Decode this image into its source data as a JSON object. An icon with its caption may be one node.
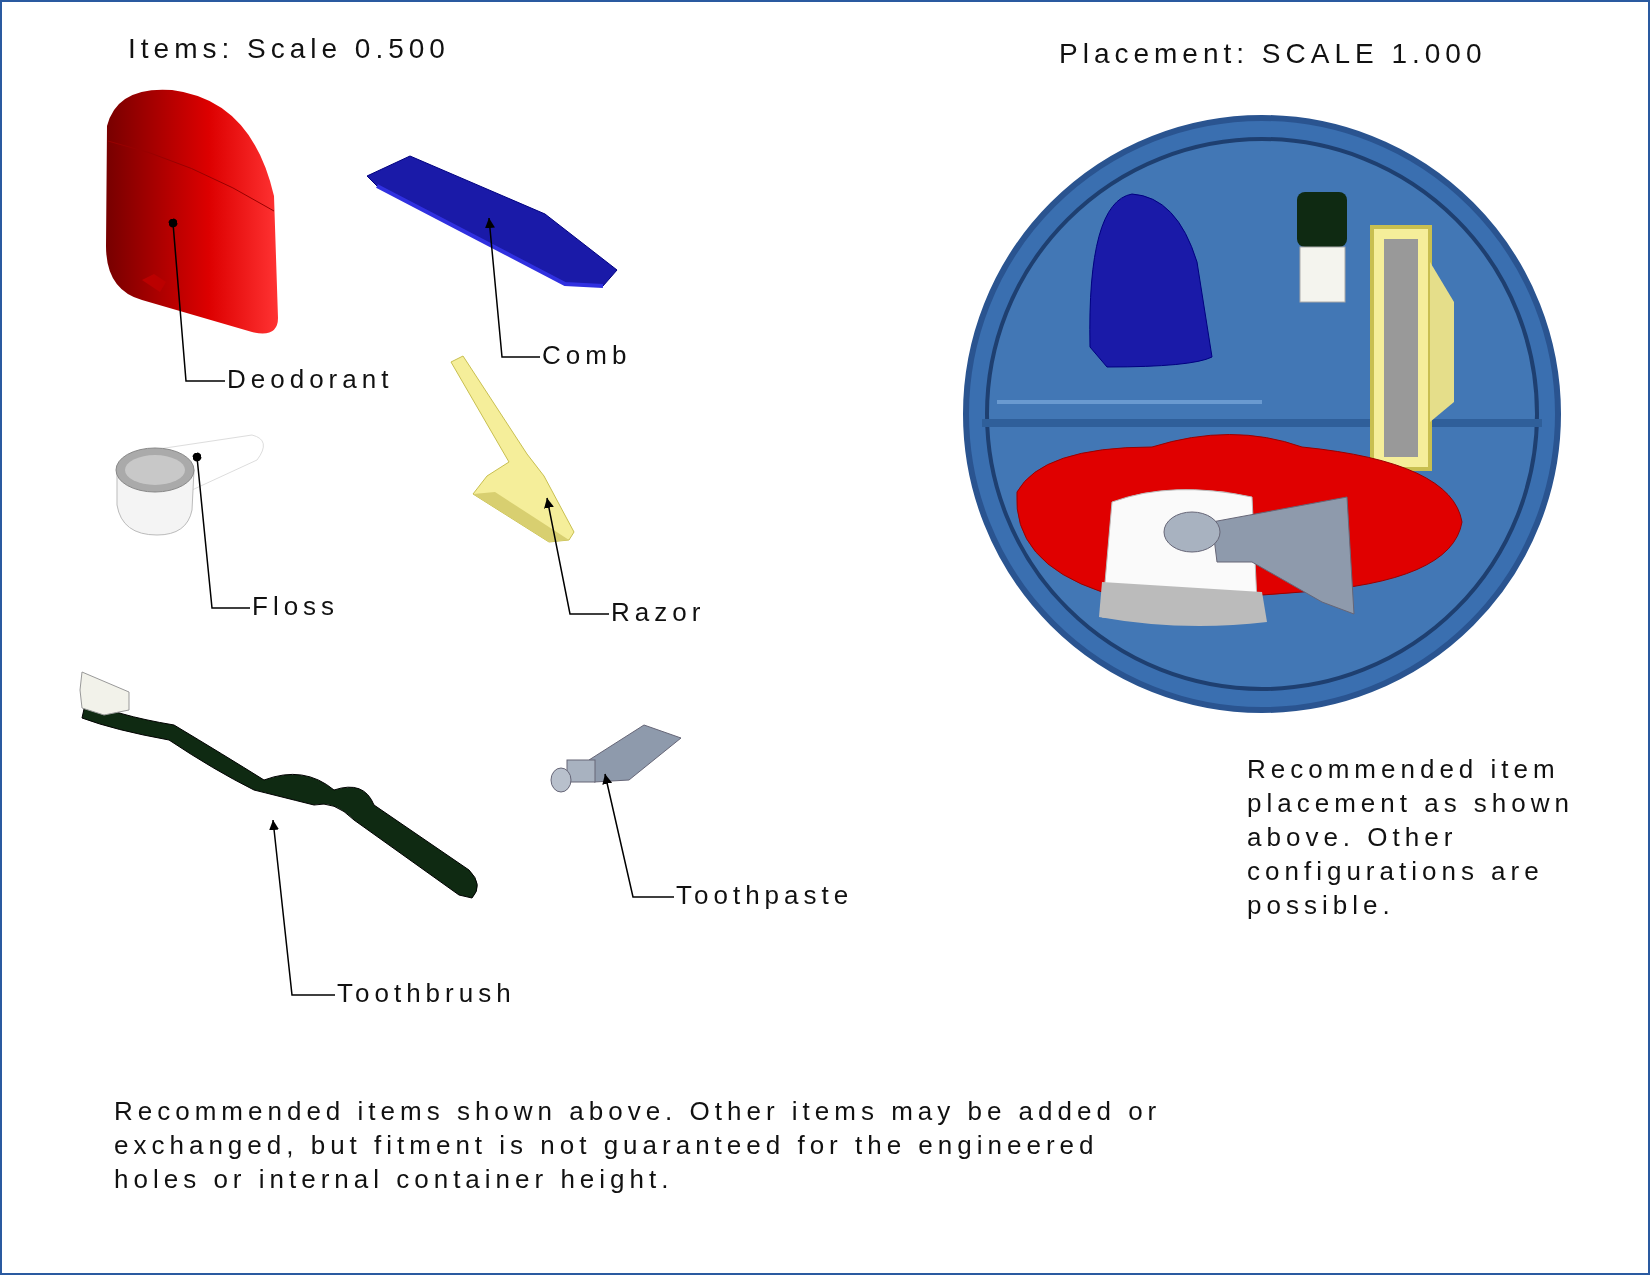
{
  "diagram": {
    "nodes": [
      {
        "text": [],
        "shape": "picture"
      },
      {
        "text": [
          "Deodorant"
        ]
      },
      {
        "text": [],
        "shape": "picture"
      },
      {
        "text": [
          "Comb"
        ]
      },
      {
        "text": [],
        "shape": "picture"
      },
      {
        "text": [
          "Floss"
        ]
      },
      {
        "text": [],
        "shape": "picture"
      },
      {
        "text": [
          "Razor"
        ]
      },
      {
        "text": [],
        "shape": "picture"
      },
      {
        "text": [
          "Toothbrush"
        ]
      },
      {
        "text": [],
        "shape": "picture"
      },
      {
        "text": [
          "Toothpaste"
        ]
      }
    ],
    "edges": [
      {
        "from": 1,
        "to": 0,
        "arrow": "other"
      },
      {
        "from": 3,
        "to": 2,
        "arrow": "to"
      },
      {
        "from": 5,
        "to": 4,
        "arrow": "other"
      },
      {
        "from": 7,
        "to": 6,
        "arrow": "to"
      },
      {
        "from": 9,
        "to": 8,
        "arrow": "to"
      },
      {
        "from": 11,
        "to": 10,
        "arrow": "to"
      }
    ],
    "labels": [
      "Items: Scale 0.500",
      "Placement: SCALE 1.000",
      "Recommended item placement as shown above. Other configurations are possible.",
      "Recommended items shown above. Other items may be added or exchanged, but fitment is not guaranteed for the engineered holes or internal container height."
    ]
  }
}
